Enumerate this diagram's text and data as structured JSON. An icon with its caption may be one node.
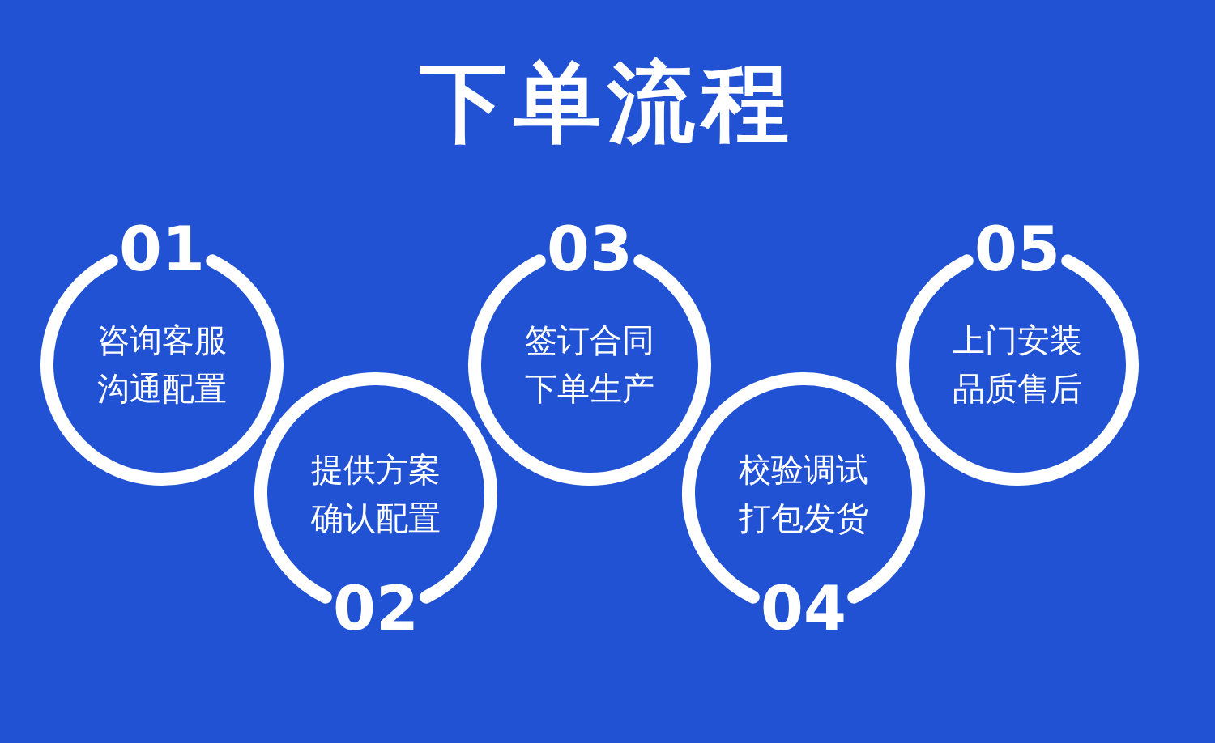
{
  "diagram": {
    "title": "下单流程",
    "nodes": [
      {
        "text": [
          "01",
          "咨询客服沟通配置"
        ]
      },
      {
        "text": [
          "提供方案确认配置",
          "02"
        ]
      },
      {
        "text": [
          "03",
          "签订合同下单生产"
        ]
      },
      {
        "text": [
          "校验调试打包发货",
          "04"
        ]
      },
      {
        "text": [
          "05",
          "上门安装品质售后"
        ]
      }
    ]
  }
}
